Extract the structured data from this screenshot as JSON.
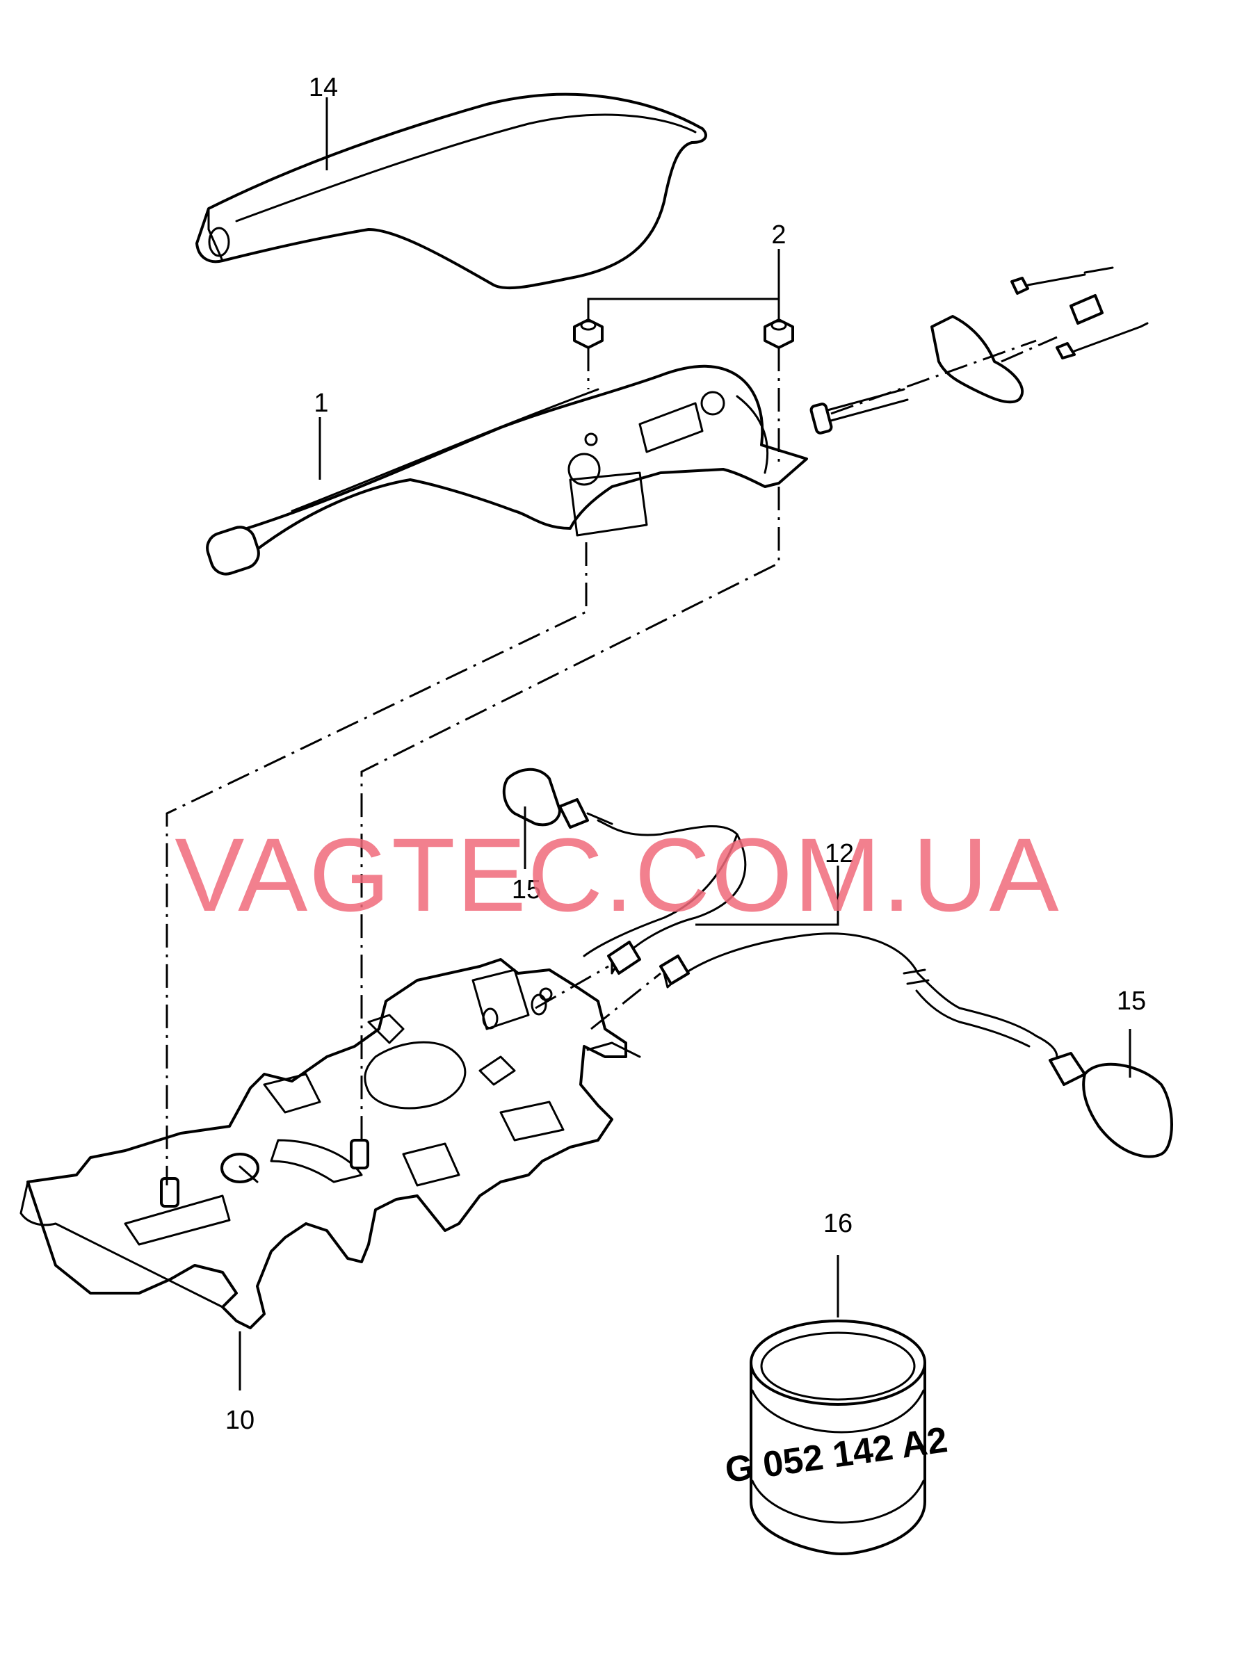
{
  "callouts": {
    "c14": "14",
    "c2": "2",
    "c1": "1",
    "c12": "12",
    "c15a": "15",
    "c15b": "15",
    "c10": "10",
    "c16": "16"
  },
  "watermark": "VAGTEC.COM.UA",
  "container_label": "G 052 142 A2",
  "colors": {
    "line": "#000000",
    "watermark": "#f06a7a",
    "background": "#ffffff"
  }
}
